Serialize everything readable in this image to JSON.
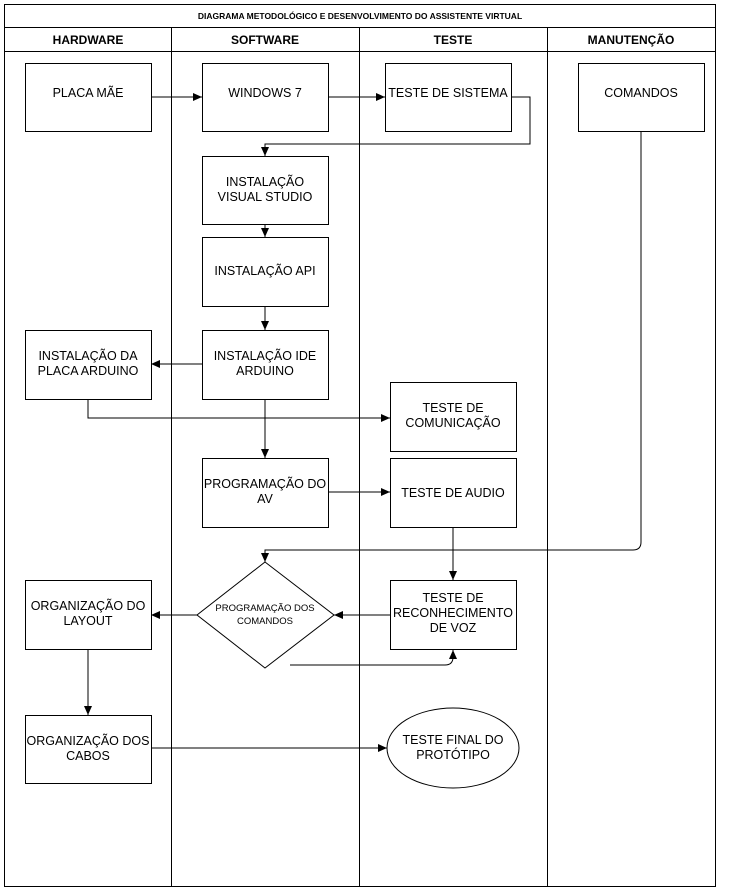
{
  "title": "DIAGRAMA METODOLÓGICO E DESENVOLVIMENTO DO ASSISTENTE VIRTUAL",
  "lanes": [
    "HARDWARE",
    "SOFTWARE",
    "TESTE",
    "MANUTENÇÃO"
  ],
  "nodes": {
    "placa_mae": [
      "PLACA MÃE"
    ],
    "windows7": [
      "WINDOWS 7"
    ],
    "teste_sistema": [
      "TESTE DE SISTEMA"
    ],
    "comandos": [
      "COMANDOS"
    ],
    "inst_vs": [
      "INSTALAÇÃO",
      "VISUAL STUDIO"
    ],
    "inst_api": [
      "INSTALAÇÃO API"
    ],
    "inst_placa_arduino": [
      "INSTALAÇÃO DA",
      "PLACA ARDUINO"
    ],
    "inst_ide_arduino": [
      "INSTALAÇÃO IDE",
      "ARDUINO"
    ],
    "teste_comunicacao": [
      "TESTE DE",
      "COMUNICAÇÃO"
    ],
    "programacao_av": [
      "PROGRAMAÇÃO DO",
      "AV"
    ],
    "teste_audio": [
      "TESTE DE AUDIO"
    ],
    "org_layout": [
      "ORGANIZAÇÃO DO",
      "LAYOUT"
    ],
    "programacao_comandos": [
      "PROGRAMAÇÃO DOS",
      "COMANDOS"
    ],
    "teste_reconhecimento": [
      "TESTE DE",
      "RECONHECIMENTO",
      "DE VOZ"
    ],
    "org_cabos": [
      "ORGANIZAÇÃO DOS",
      "CABOS"
    ],
    "teste_final": [
      "TESTE FINAL DO",
      "PROTÓTIPO"
    ]
  }
}
